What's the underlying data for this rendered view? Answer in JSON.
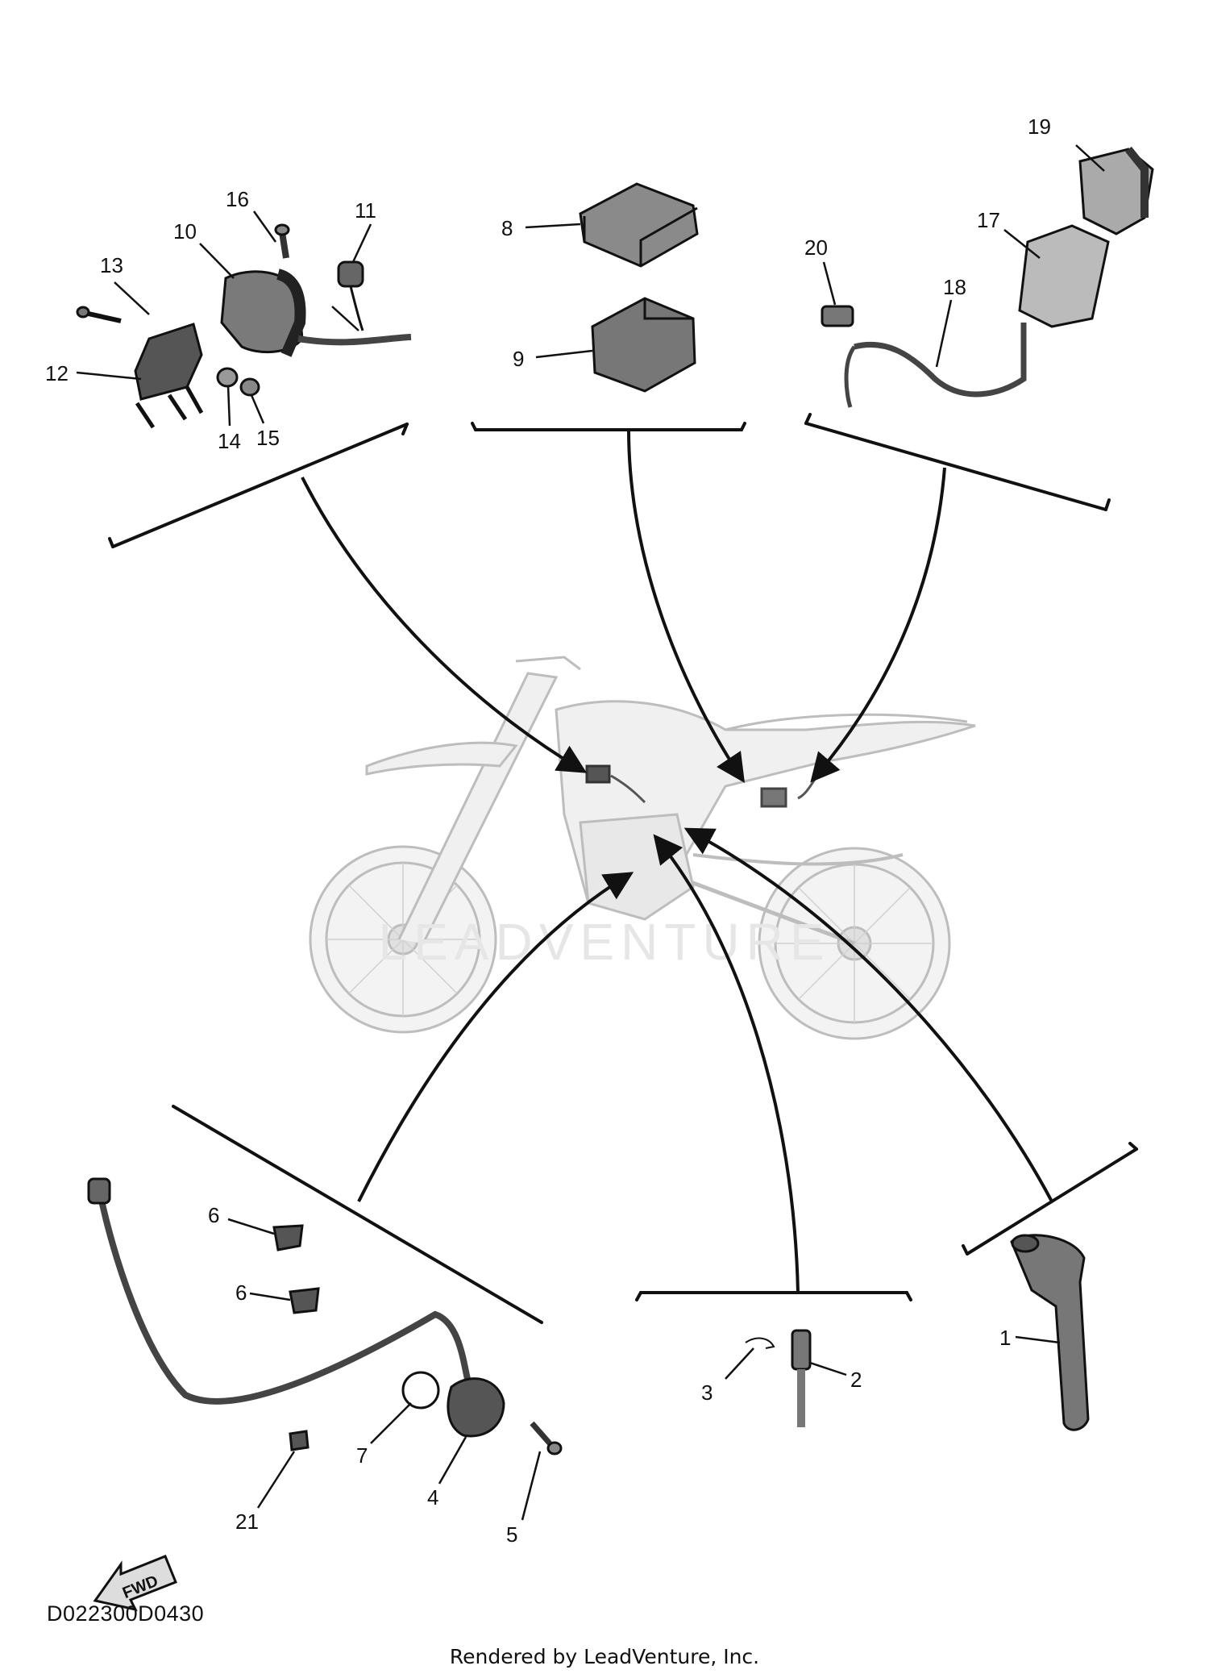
{
  "diagram_code": "D022300D0430",
  "credit": "Rendered by LeadVenture, Inc.",
  "watermark": "LEADVENTURE",
  "fwd_label": "FWD",
  "callouts": [
    {
      "id": "callout-19",
      "label": "19"
    },
    {
      "id": "callout-17",
      "label": "17"
    },
    {
      "id": "callout-20",
      "label": "20"
    },
    {
      "id": "callout-18",
      "label": "18"
    },
    {
      "id": "callout-8",
      "label": "8"
    },
    {
      "id": "callout-9",
      "label": "9"
    },
    {
      "id": "callout-16",
      "label": "16"
    },
    {
      "id": "callout-10",
      "label": "10"
    },
    {
      "id": "callout-11",
      "label": "11"
    },
    {
      "id": "callout-13",
      "label": "13"
    },
    {
      "id": "callout-12",
      "label": "12"
    },
    {
      "id": "callout-14",
      "label": "14"
    },
    {
      "id": "callout-15",
      "label": "15"
    },
    {
      "id": "callout-6a",
      "label": "6"
    },
    {
      "id": "callout-6b",
      "label": "6"
    },
    {
      "id": "callout-7",
      "label": "7"
    },
    {
      "id": "callout-4",
      "label": "4"
    },
    {
      "id": "callout-5",
      "label": "5"
    },
    {
      "id": "callout-21",
      "label": "21"
    },
    {
      "id": "callout-3",
      "label": "3"
    },
    {
      "id": "callout-2",
      "label": "2"
    },
    {
      "id": "callout-1",
      "label": "1"
    }
  ],
  "colors": {
    "ink": "#111111",
    "part_fill": "#8a8a8a",
    "part_dark": "#444444",
    "bike_line": "#bdbdbd",
    "bike_fill": "#efefef"
  }
}
